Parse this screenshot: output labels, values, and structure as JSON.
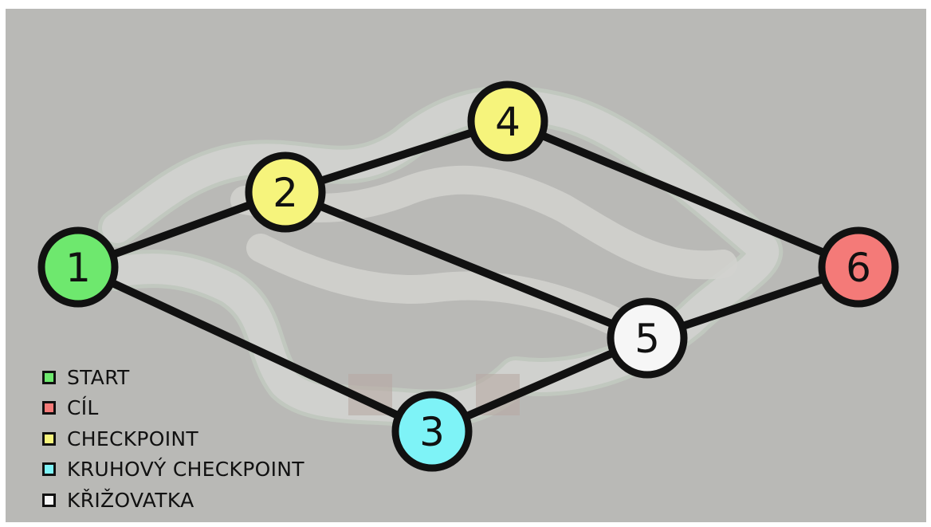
{
  "nodes": [
    {
      "id": "1",
      "label": "1",
      "type": "start",
      "color": "#6ee86e"
    },
    {
      "id": "2",
      "label": "2",
      "type": "checkpoint",
      "color": "#f6f47c"
    },
    {
      "id": "3",
      "label": "3",
      "type": "round_checkpoint",
      "color": "#7ef3f7"
    },
    {
      "id": "4",
      "label": "4",
      "type": "checkpoint",
      "color": "#f6f47c"
    },
    {
      "id": "5",
      "label": "5",
      "type": "junction",
      "color": "#f6f6f6"
    },
    {
      "id": "6",
      "label": "6",
      "type": "finish",
      "color": "#f47a78"
    }
  ],
  "edges": [
    {
      "from": "1",
      "to": "2"
    },
    {
      "from": "1",
      "to": "3"
    },
    {
      "from": "2",
      "to": "4"
    },
    {
      "from": "2",
      "to": "5"
    },
    {
      "from": "3",
      "to": "5"
    },
    {
      "from": "4",
      "to": "6"
    },
    {
      "from": "5",
      "to": "6"
    }
  ],
  "legend": [
    {
      "label": "START",
      "color": "#6ee86e"
    },
    {
      "label": "CÍL",
      "color": "#f47a78"
    },
    {
      "label": "CHECKPOINT",
      "color": "#f6f47c"
    },
    {
      "label": "KRUHOVÝ CHECKPOINT",
      "color": "#7ef3f7"
    },
    {
      "label": "KŘIŽOVATKA",
      "color": "#f6f6f6"
    }
  ],
  "colors": {
    "background": "#b9b9b6",
    "track": "#d2d2cf",
    "edge": "#111111"
  }
}
